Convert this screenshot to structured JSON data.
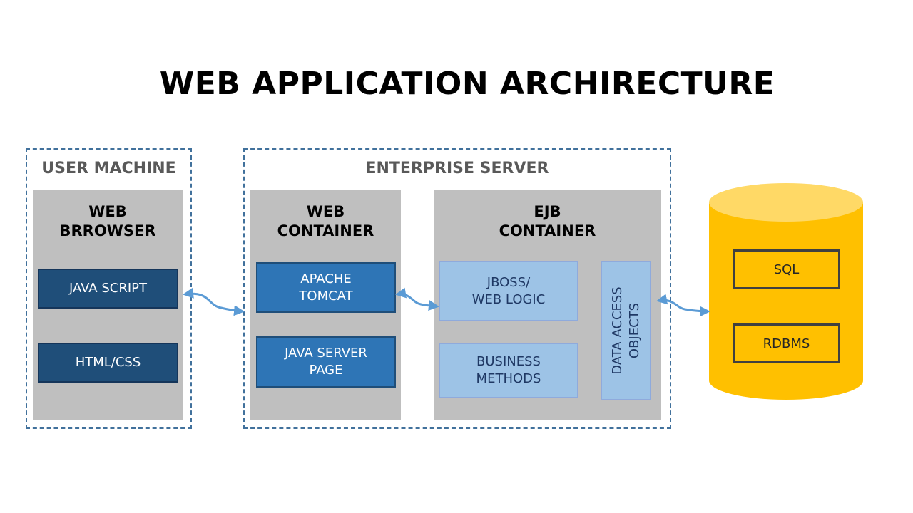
{
  "title": "WEB APPLICATION ARCHIRECTURE",
  "user_machine": {
    "label": "USER MACHINE",
    "panel_title": "WEB\nBRROWSER",
    "items": [
      "JAVA SCRIPT",
      "HTML/CSS"
    ]
  },
  "enterprise_server": {
    "label": "ENTERPRISE SERVER",
    "web_container": {
      "title": "WEB\nCONTAINER",
      "items": [
        "APACHE\nTOMCAT",
        "JAVA SERVER\nPAGE"
      ]
    },
    "ejb_container": {
      "title": "EJB\nCONTAINER",
      "items": [
        "JBOSS/\nWEB LOGIC",
        "BUSINESS\nMETHODS"
      ],
      "side_item": "DATA ACCESS\nOBJECTS"
    }
  },
  "database": {
    "items": [
      "SQL",
      "RDBMS"
    ]
  },
  "colors": {
    "dashed_border": "#41719c",
    "panel": "#bfbfbf",
    "dark_blue": "#1f4e79",
    "mid_blue": "#2e75b6",
    "light_blue": "#9dc3e6",
    "database_yellow": "#ffc000",
    "connector": "#5b9bd5"
  }
}
